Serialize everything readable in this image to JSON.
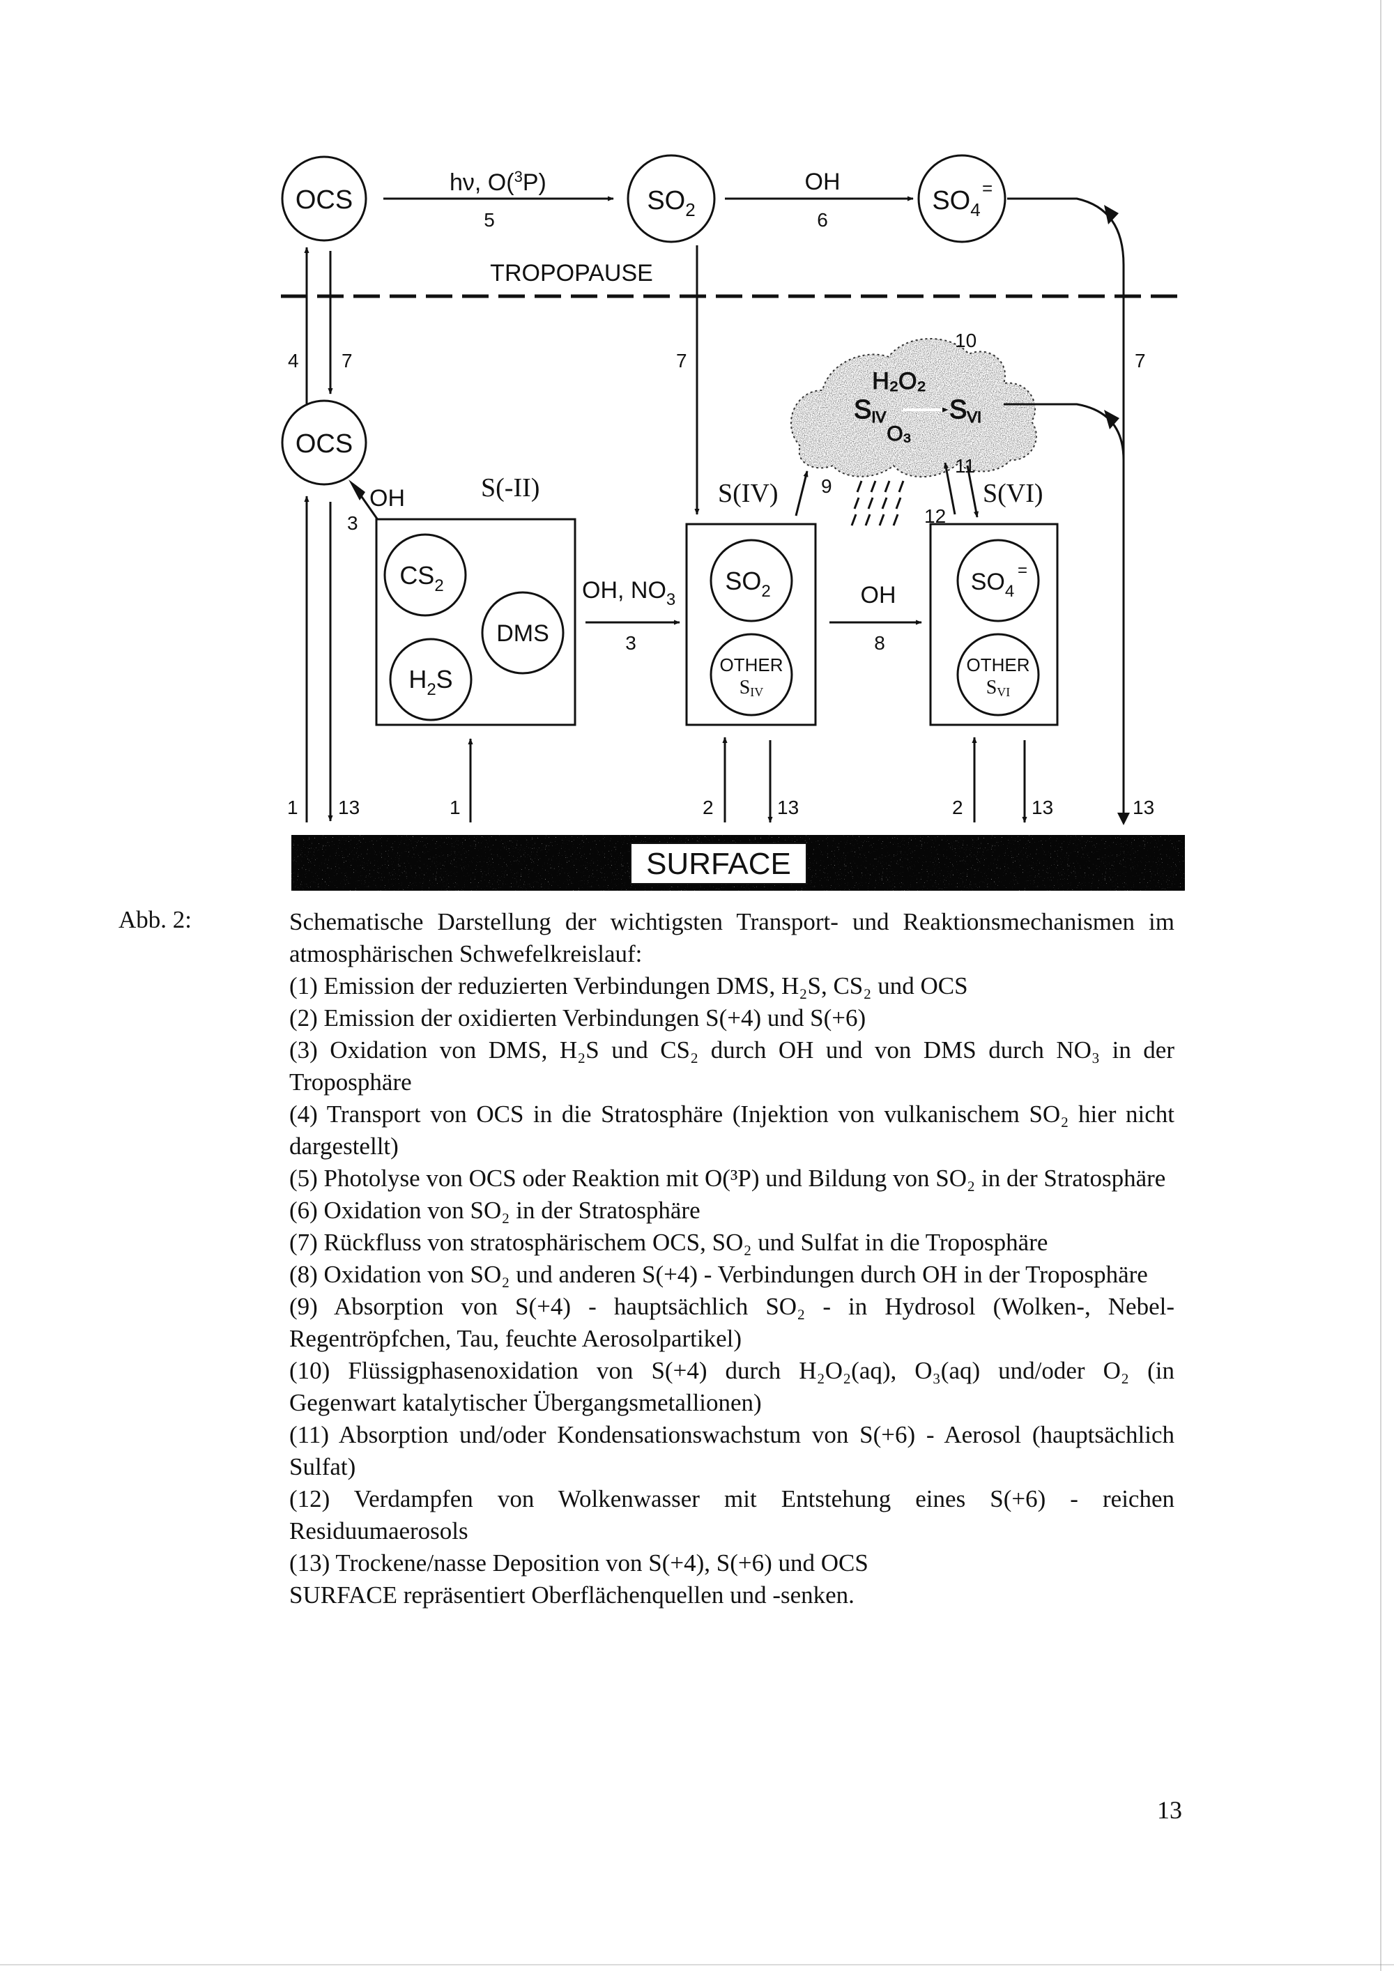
{
  "diagram": {
    "nodes": {
      "ocs_strat": "OCS",
      "so2_strat": "SO",
      "so2_strat_sub": "2",
      "so4_strat": "SO",
      "so4_strat_sub": "4",
      "so4_strat_sup": "=",
      "ocs_trop": "OCS",
      "cs2": "CS",
      "cs2_sub": "2",
      "dms": "DMS",
      "h2s_a": "H",
      "h2s_sub": "2",
      "h2s_b": "S",
      "so2_trop": "SO",
      "so2_trop_sub": "2",
      "other_siv": "OTHER",
      "other_siv_sub": "S",
      "other_siv_roman": "IV",
      "so4_trop": "SO",
      "so4_trop_sub": "4",
      "so4_trop_sup": "=",
      "other_svi": "OTHER",
      "other_svi_sub": "S",
      "other_svi_roman": "VI"
    },
    "labels": {
      "hv": "hν, O(",
      "hv_sup": "3",
      "hv_end": "P)",
      "oh_top": "OH",
      "tropopause": "TROPOPAUSE",
      "oh_left": "OH",
      "oh_no3": "OH, NO",
      "oh_no3_sub": "3",
      "oh_mid": "OH",
      "group_s2": "S(-II)",
      "group_s4": "S(IV)",
      "group_s6": "S(VI)",
      "cloud_h2o2": "H₂O₂",
      "cloud_s4": "S",
      "cloud_s4_r": "IV",
      "cloud_s6": "S",
      "cloud_s6_r": "VI",
      "cloud_o3": "O₃",
      "surface": "SURFACE"
    },
    "numbers": {
      "n5": "5",
      "n6": "6",
      "n4": "4",
      "n7a": "7",
      "n7b": "7",
      "n7c": "7",
      "n10": "10",
      "n3a": "3",
      "n3b": "3",
      "n9": "9",
      "n11": "11",
      "n12": "12",
      "n8": "8",
      "n1a": "1",
      "n13a": "13",
      "n1b": "1",
      "n2a": "2",
      "n13b": "13",
      "n2b": "2",
      "n13c": "13",
      "n13d": "13"
    }
  },
  "caption": {
    "label": "Abb. 2:",
    "intro": "Schematische Darstellung der wichtigsten Transport- und Reaktionsmechanismen im atmosphärischen Schwefelkreislauf:",
    "items": [
      "(1) Emission der reduzierten Verbindungen DMS, H₂S, CS₂ und OCS",
      "(2) Emission der oxidierten Verbindungen S(+4) und S(+6)",
      "(3) Oxidation von DMS, H₂S und CS₂ durch OH und von DMS durch NO₃ in der Troposphäre",
      "(4) Transport von OCS in die Stratosphäre (Injektion von vulkanischem SO₂ hier nicht dargestellt)",
      "(5) Photolyse von OCS oder Reaktion mit O(³P) und Bildung von SO₂ in der Stratosphäre",
      "(6) Oxidation von SO₂ in der Stratosphäre",
      "(7) Rückfluss von stratosphärischem OCS, SO₂ und Sulfat in die Troposphäre",
      "(8) Oxidation von SO₂ und anderen S(+4) - Verbindungen durch OH in der Troposphäre",
      "(9) Absorption von S(+4) - hauptsächlich SO₂ - in Hydrosol (Wolken-, Nebel- Regentröpfchen, Tau, feuchte Aerosolpartikel)",
      "(10) Flüssigphasenoxidation von S(+4) durch H₂O₂(aq), O₃(aq) und/oder O₂ (in Gegenwart katalytischer Übergangsmetallionen)",
      "(11) Absorption und/oder Kondensationswachstum von S(+6) - Aerosol (hauptsächlich Sulfat)",
      "(12) Verdampfen von Wolkenwasser mit Entstehung eines S(+6) - reichen Residuumaerosols",
      "(13) Trockene/nasse Deposition von S(+4), S(+6) und OCS",
      "SURFACE repräsentiert Oberflächenquellen und -senken."
    ]
  },
  "page_number": "13"
}
